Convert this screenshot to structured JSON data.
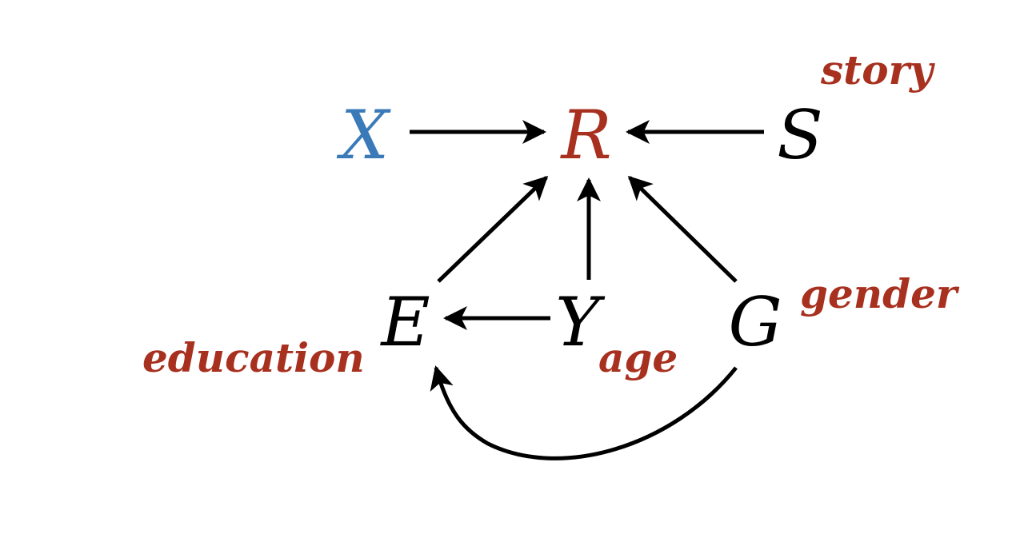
{
  "colors": {
    "treatment": "#3a7ab8",
    "outcome": "#a8301f",
    "label": "#a8301f",
    "node": "#000000",
    "edge": "#000000"
  },
  "nodes": {
    "X": "X",
    "R": "R",
    "S": "S",
    "E": "E",
    "Y": "Y",
    "G": "G"
  },
  "labels": {
    "story": "story",
    "gender": "gender",
    "education": "education",
    "age": "age"
  },
  "edges": [
    {
      "from": "X",
      "to": "R"
    },
    {
      "from": "S",
      "to": "R"
    },
    {
      "from": "E",
      "to": "R"
    },
    {
      "from": "Y",
      "to": "R"
    },
    {
      "from": "G",
      "to": "R"
    },
    {
      "from": "Y",
      "to": "E"
    },
    {
      "from": "G",
      "to": "E"
    }
  ]
}
